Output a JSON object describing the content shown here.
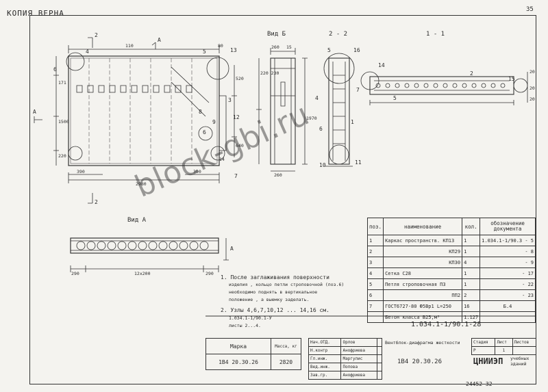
{
  "header": {
    "copy_label": "КОПИЯ ВЕРНА",
    "page_no": "35"
  },
  "views": {
    "main_view": {
      "section_marks": [
        "2",
        "2",
        "А",
        "А"
      ],
      "callouts": [
        "4",
        "5",
        "6",
        "13",
        "3",
        "7",
        "12",
        "6",
        "8",
        "9"
      ],
      "dims": {
        "d110": "110",
        "d80": "80",
        "d520": "520",
        "d171": "171",
        "d1500": "1500",
        "d220": "220",
        "d640": "640",
        "d390a": "390",
        "d390b": "390",
        "d2980": "2980",
        "d14": "14"
      }
    },
    "view_b": {
      "title": "Вид Б",
      "dims": {
        "d260": "260",
        "d15": "15",
        "d220_230": "220 230",
        "d1970": "1970",
        "d260b": "260"
      }
    },
    "section_22": {
      "title": "2 - 2",
      "callouts": [
        "5",
        "16",
        "4",
        "6",
        "1",
        "10",
        "11"
      ]
    },
    "section_11": {
      "title": "1 - 1",
      "callouts": [
        "14",
        "2",
        "7",
        "5",
        "15",
        "20",
        "20",
        "20"
      ]
    },
    "view_a": {
      "title": "Вид А",
      "dims": {
        "d290a": "290",
        "d12x200": "12x200",
        "d290b": "290"
      },
      "letter": "А"
    }
  },
  "notes": {
    "n1": "1. После  заглаживания   поверхности",
    "n1b": "изделия , кольцо петли строповочной (поз.6)",
    "n1c": "необходимо поднять в вертикальное",
    "n1d": "положение , а выемку заделать.",
    "n2": "2.  Узлы  4,6,7,10,12 ... 14,16 см.",
    "n2b": "1.034.1-1/90.1-У",
    "n2c": "листы 2...4."
  },
  "spec": {
    "headers": [
      "поз.",
      "наименование",
      "кол.",
      "обозначение документа"
    ],
    "rows": [
      [
        "1",
        "Каркас пространств.  КП13",
        "1",
        "1.034.1-1/90.3 - 5"
      ],
      [
        "2",
        "КП29",
        "1",
        "- 8"
      ],
      [
        "3",
        "КП30",
        "4",
        "- 9"
      ],
      [
        "4",
        "Сетка          С28",
        "1",
        "- 17"
      ],
      [
        "5",
        "Петля строповочная  П3",
        "1",
        "- 22"
      ],
      [
        "6",
        "ПП2",
        "2",
        "- 23"
      ],
      [
        "7",
        "ГОСТ6727-80 Ф5Вр1  L=250",
        "16",
        "Б.4"
      ]
    ],
    "concrete": "Бетон класса В25,м³",
    "concrete_val": "1.127"
  },
  "title_block": {
    "doc_code": "1.034.1-1/90.1-28",
    "mark_label": "Марка",
    "mass_label": "Масса, кг",
    "mark_value": "1В4 20.30.26",
    "mass_value": "2820",
    "roles": [
      "Нач.ОТД.",
      "Н.контр",
      "Гл.инж.",
      "Вед.инж.",
      "Зав.гр."
    ],
    "names": [
      "Орлов",
      "Анофриева",
      "Маргулис",
      "Попова",
      "Анофриева"
    ],
    "product_name": "Вентблок-диафрагма жесткости",
    "product_code": "1В4 20.30.26",
    "stage_label": "Стадия",
    "sheet_label": "Лист",
    "sheets_label": "Листов",
    "stage": "Р",
    "sheet": "1",
    "org": "ЦНИИЭП",
    "org_sub": "учебных зданий",
    "archive": "24452  32"
  },
  "watermark": "block-gbi.ru"
}
